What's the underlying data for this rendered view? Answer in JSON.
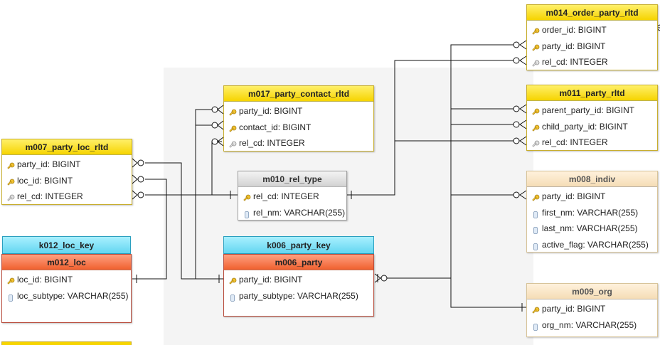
{
  "entities": {
    "m014": {
      "title": "m014_order_party_rltd",
      "columns": [
        {
          "label": "order_id: BIGINT",
          "icon": "primary-key-icon"
        },
        {
          "label": "party_id: BIGINT",
          "icon": "primary-key-icon"
        },
        {
          "label": "rel_cd: INTEGER",
          "icon": "foreign-key-icon"
        }
      ]
    },
    "m011": {
      "title": "m011_party_rltd",
      "columns": [
        {
          "label": "parent_party_id: BIGINT",
          "icon": "primary-key-icon"
        },
        {
          "label": "child_party_id: BIGINT",
          "icon": "primary-key-icon"
        },
        {
          "label": "rel_cd: INTEGER",
          "icon": "foreign-key-icon"
        }
      ]
    },
    "m017": {
      "title": "m017_party_contact_rltd",
      "columns": [
        {
          "label": "party_id: BIGINT",
          "icon": "primary-key-icon"
        },
        {
          "label": "contact_id: BIGINT",
          "icon": "primary-key-icon"
        },
        {
          "label": "rel_cd: INTEGER",
          "icon": "foreign-key-icon"
        }
      ]
    },
    "m007": {
      "title": "m007_party_loc_rltd",
      "columns": [
        {
          "label": "party_id: BIGINT",
          "icon": "primary-key-icon"
        },
        {
          "label": "loc_id: BIGINT",
          "icon": "primary-key-icon"
        },
        {
          "label": "rel_cd: INTEGER",
          "icon": "foreign-key-icon"
        }
      ]
    },
    "m010": {
      "title": "m010_rel_type",
      "columns": [
        {
          "label": "rel_cd: INTEGER",
          "icon": "primary-key-icon"
        },
        {
          "label": "rel_nm: VARCHAR(255)",
          "icon": "column-icon"
        }
      ]
    },
    "m008": {
      "title": "m008_indiv",
      "columns": [
        {
          "label": "party_id: BIGINT",
          "icon": "primary-key-icon"
        },
        {
          "label": "first_nm: VARCHAR(255)",
          "icon": "column-icon"
        },
        {
          "label": "last_nm: VARCHAR(255)",
          "icon": "column-icon"
        },
        {
          "label": "active_flag: VARCHAR(255)",
          "icon": "column-icon"
        }
      ]
    },
    "m012": {
      "key_title": "k012_loc_key",
      "title": "m012_loc",
      "columns": [
        {
          "label": "loc_id: BIGINT",
          "icon": "primary-key-icon"
        },
        {
          "label": "loc_subtype: VARCHAR(255)",
          "icon": "column-icon"
        }
      ]
    },
    "m006": {
      "key_title": "k006_party_key",
      "title": "m006_party",
      "columns": [
        {
          "label": "party_id: BIGINT",
          "icon": "primary-key-icon"
        },
        {
          "label": "party_subtype: VARCHAR(255)",
          "icon": "column-icon"
        }
      ]
    },
    "m009": {
      "title": "m009_org",
      "columns": [
        {
          "label": "party_id: BIGINT",
          "icon": "primary-key-icon"
        },
        {
          "label": "org_nm: VARCHAR(255)",
          "icon": "column-icon"
        }
      ]
    }
  },
  "colors": {
    "header_yellow": "#f6d400",
    "header_tan": "#f5ddb6",
    "header_gray": "#d2d2d2",
    "header_red": "#f0602f",
    "header_cyan": "#64d6f0",
    "line": "#111111"
  }
}
